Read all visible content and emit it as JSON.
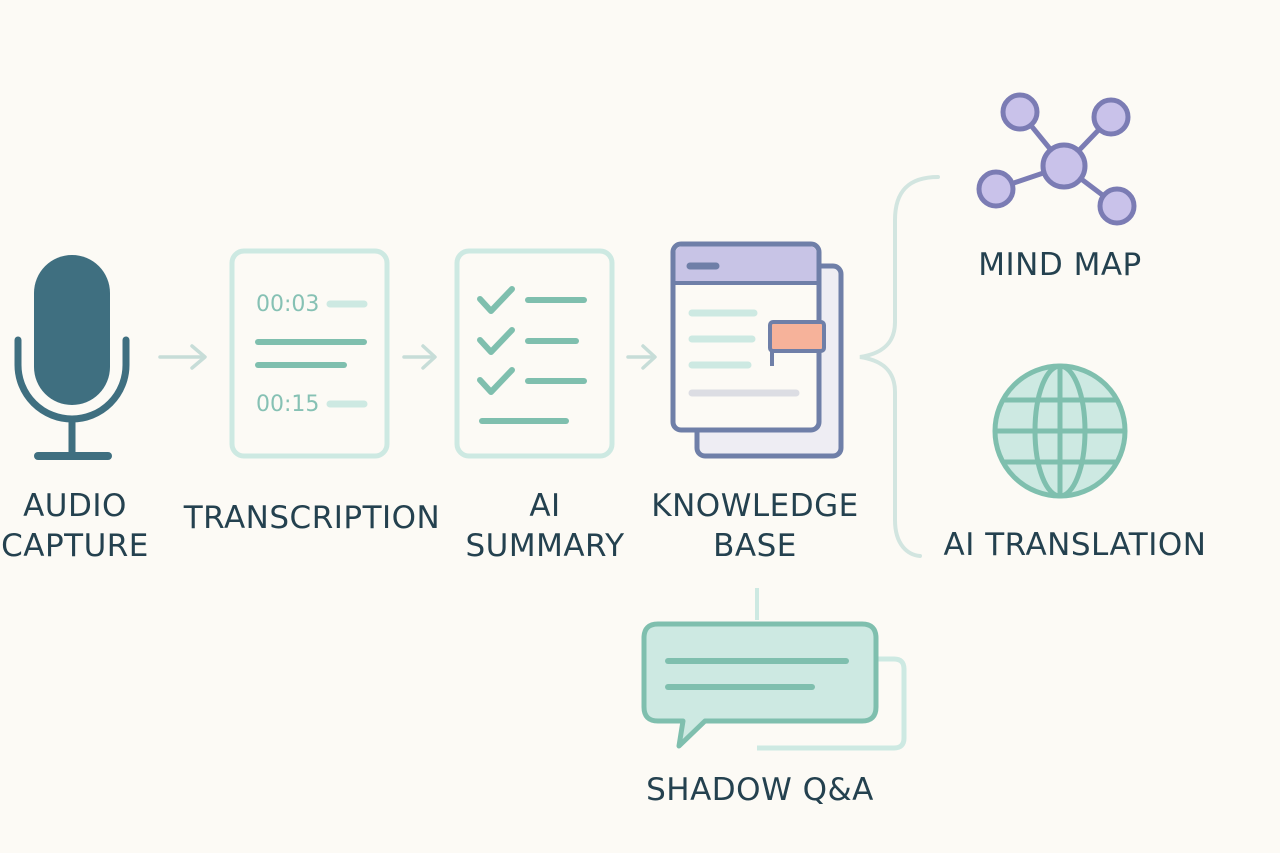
{
  "colors": {
    "background": "#fcfaf5",
    "text": "#24414f",
    "mic": "#3f6f80",
    "teal": "#7fbfae",
    "teal_light": "#cde9e2",
    "arrow": "#c7ddd8",
    "kb_border": "#6f7fa8",
    "kb_header": "#c8c4e6",
    "kb_tag": "#f6b29a",
    "node_fill": "#c9c2ea",
    "node_stroke": "#7b7cb4"
  },
  "steps": {
    "audio_capture": {
      "line1": "AUDIO",
      "line2": "CAPTURE",
      "icon": "microphone-icon"
    },
    "transcription": {
      "label": "TRANSCRIPTION",
      "icon": "transcript-document-icon",
      "timestamps": [
        "00:03",
        "00:15"
      ]
    },
    "ai_summary": {
      "line1": "AI",
      "line2": "SUMMARY",
      "icon": "checklist-document-icon"
    },
    "knowledge_base": {
      "line1": "KNOWLEDGE",
      "line2": "BASE",
      "icon": "knowledge-base-window-icon"
    }
  },
  "outputs": {
    "mind_map": {
      "label": "MIND MAP",
      "icon": "mind-map-icon"
    },
    "ai_translation": {
      "label": "AI TRANSLATION",
      "icon": "globe-icon"
    },
    "shadow_qa": {
      "label": "SHADOW Q&A",
      "icon": "chat-bubble-icon"
    }
  }
}
